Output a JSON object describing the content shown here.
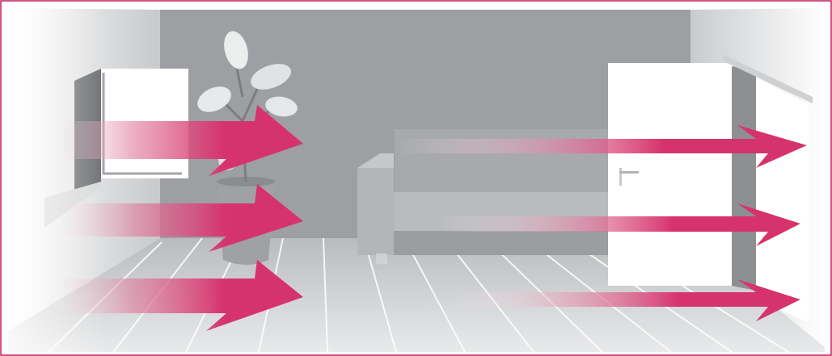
{
  "scene": {
    "description_name": "room-airflow-illustration",
    "colors": {
      "frame_border": "#c2185b",
      "back_wall": "#9d9fa2",
      "side_wall_left": "#e4e5e6",
      "side_wall_right": "#e9eaeb",
      "floor": "#cfd1d3",
      "floor_lines": "#ffffff",
      "sofa": "#b4b6b8",
      "sofa_dark": "#8e9093",
      "door": "#ffffff",
      "window": "#ffffff",
      "plant_leaf": "#e6e7e8",
      "plant_pot": "#9fa1a4",
      "arrow": "#d6336c"
    },
    "arrows": {
      "left_count": 3,
      "right_count": 3
    }
  }
}
